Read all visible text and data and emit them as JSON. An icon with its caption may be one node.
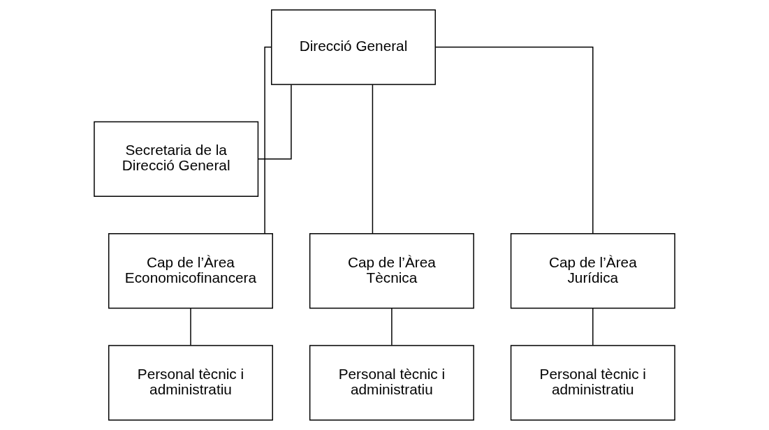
{
  "diagram": {
    "nodes": [
      {
        "text": [
          "Direcció General"
        ]
      },
      {
        "text": [
          "Secretaria de la Direcció General"
        ]
      },
      {
        "text": [
          "Cap de l’Àrea Economicofinancera"
        ]
      },
      {
        "text": [
          "Cap de l’Àrea Tècnica"
        ]
      },
      {
        "text": [
          "Cap de l’Àrea Jurídica"
        ]
      },
      {
        "text": [
          "Personal tècnic i administratiu"
        ]
      },
      {
        "text": [
          "Personal tècnic i administratiu"
        ]
      },
      {
        "text": [
          "Personal tècnic i administratiu"
        ]
      }
    ],
    "edges": [
      {
        "from": 0,
        "to": 1,
        "arrow": "none"
      },
      {
        "from": 0,
        "to": 2,
        "arrow": "none"
      },
      {
        "from": 0,
        "to": 3,
        "arrow": "none"
      },
      {
        "from": 0,
        "to": 4,
        "arrow": "none"
      },
      {
        "from": 2,
        "to": 5,
        "arrow": "none"
      },
      {
        "from": 3,
        "to": 6,
        "arrow": "none"
      },
      {
        "from": 4,
        "to": 7,
        "arrow": "none"
      }
    ]
  }
}
